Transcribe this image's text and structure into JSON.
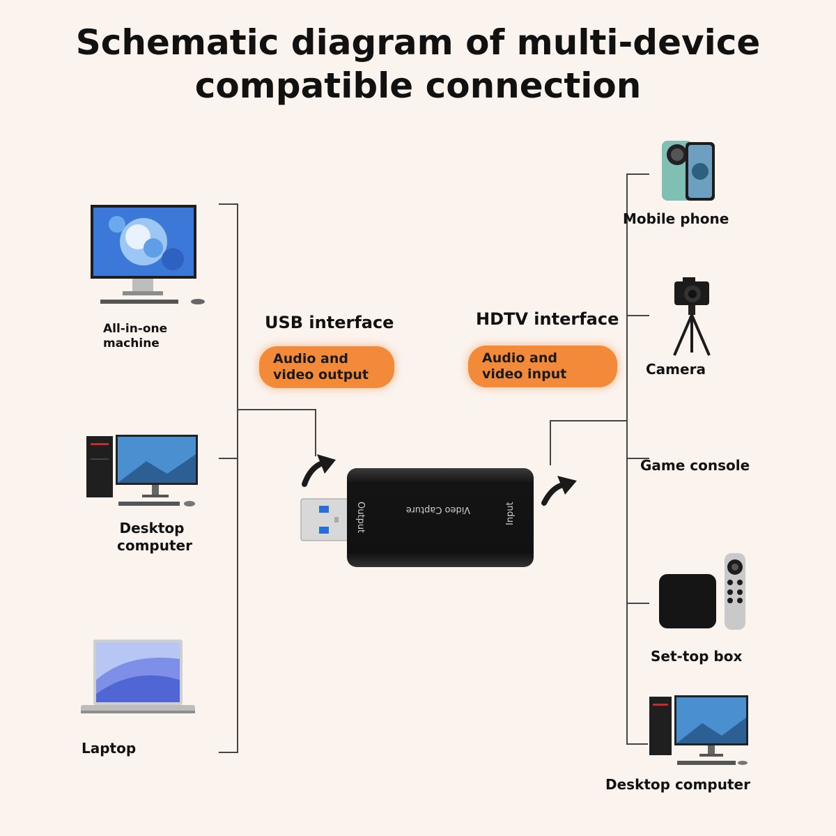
{
  "title": {
    "line1": "Schematic diagram of multi-device",
    "line2": "compatible connection"
  },
  "left_devices": [
    {
      "label_line1": "All-in-one",
      "label_line2": "machine",
      "icon": "all-in-one-pc-icon"
    },
    {
      "label_line1": "Desktop",
      "label_line2": "computer",
      "icon": "desktop-computer-icon"
    },
    {
      "label_line1": "Laptop",
      "label_line2": "",
      "icon": "laptop-icon"
    }
  ],
  "usb": {
    "heading": "USB interface",
    "pill_line1": "Audio and",
    "pill_line2": "video output"
  },
  "hdtv": {
    "heading": "HDTV interface",
    "pill_line1": "Audio and",
    "pill_line2": "video input"
  },
  "capture_device": {
    "output_label": "Output",
    "name_label": "Video Capture",
    "input_label": "Input"
  },
  "right_devices": [
    {
      "label": "Mobile phone",
      "icon": "mobile-phone-icon"
    },
    {
      "label": "Camera",
      "icon": "camera-tripod-icon"
    },
    {
      "label": "Game console",
      "icon": ""
    },
    {
      "label": "Set-top box",
      "icon": "set-top-box-icon"
    },
    {
      "label": "Desktop computer",
      "icon": "desktop-computer-icon"
    }
  ],
  "colors": {
    "background": "#fbf3ee",
    "pill": "#f28a3a",
    "device_body": "#141414",
    "line": "#444444"
  }
}
